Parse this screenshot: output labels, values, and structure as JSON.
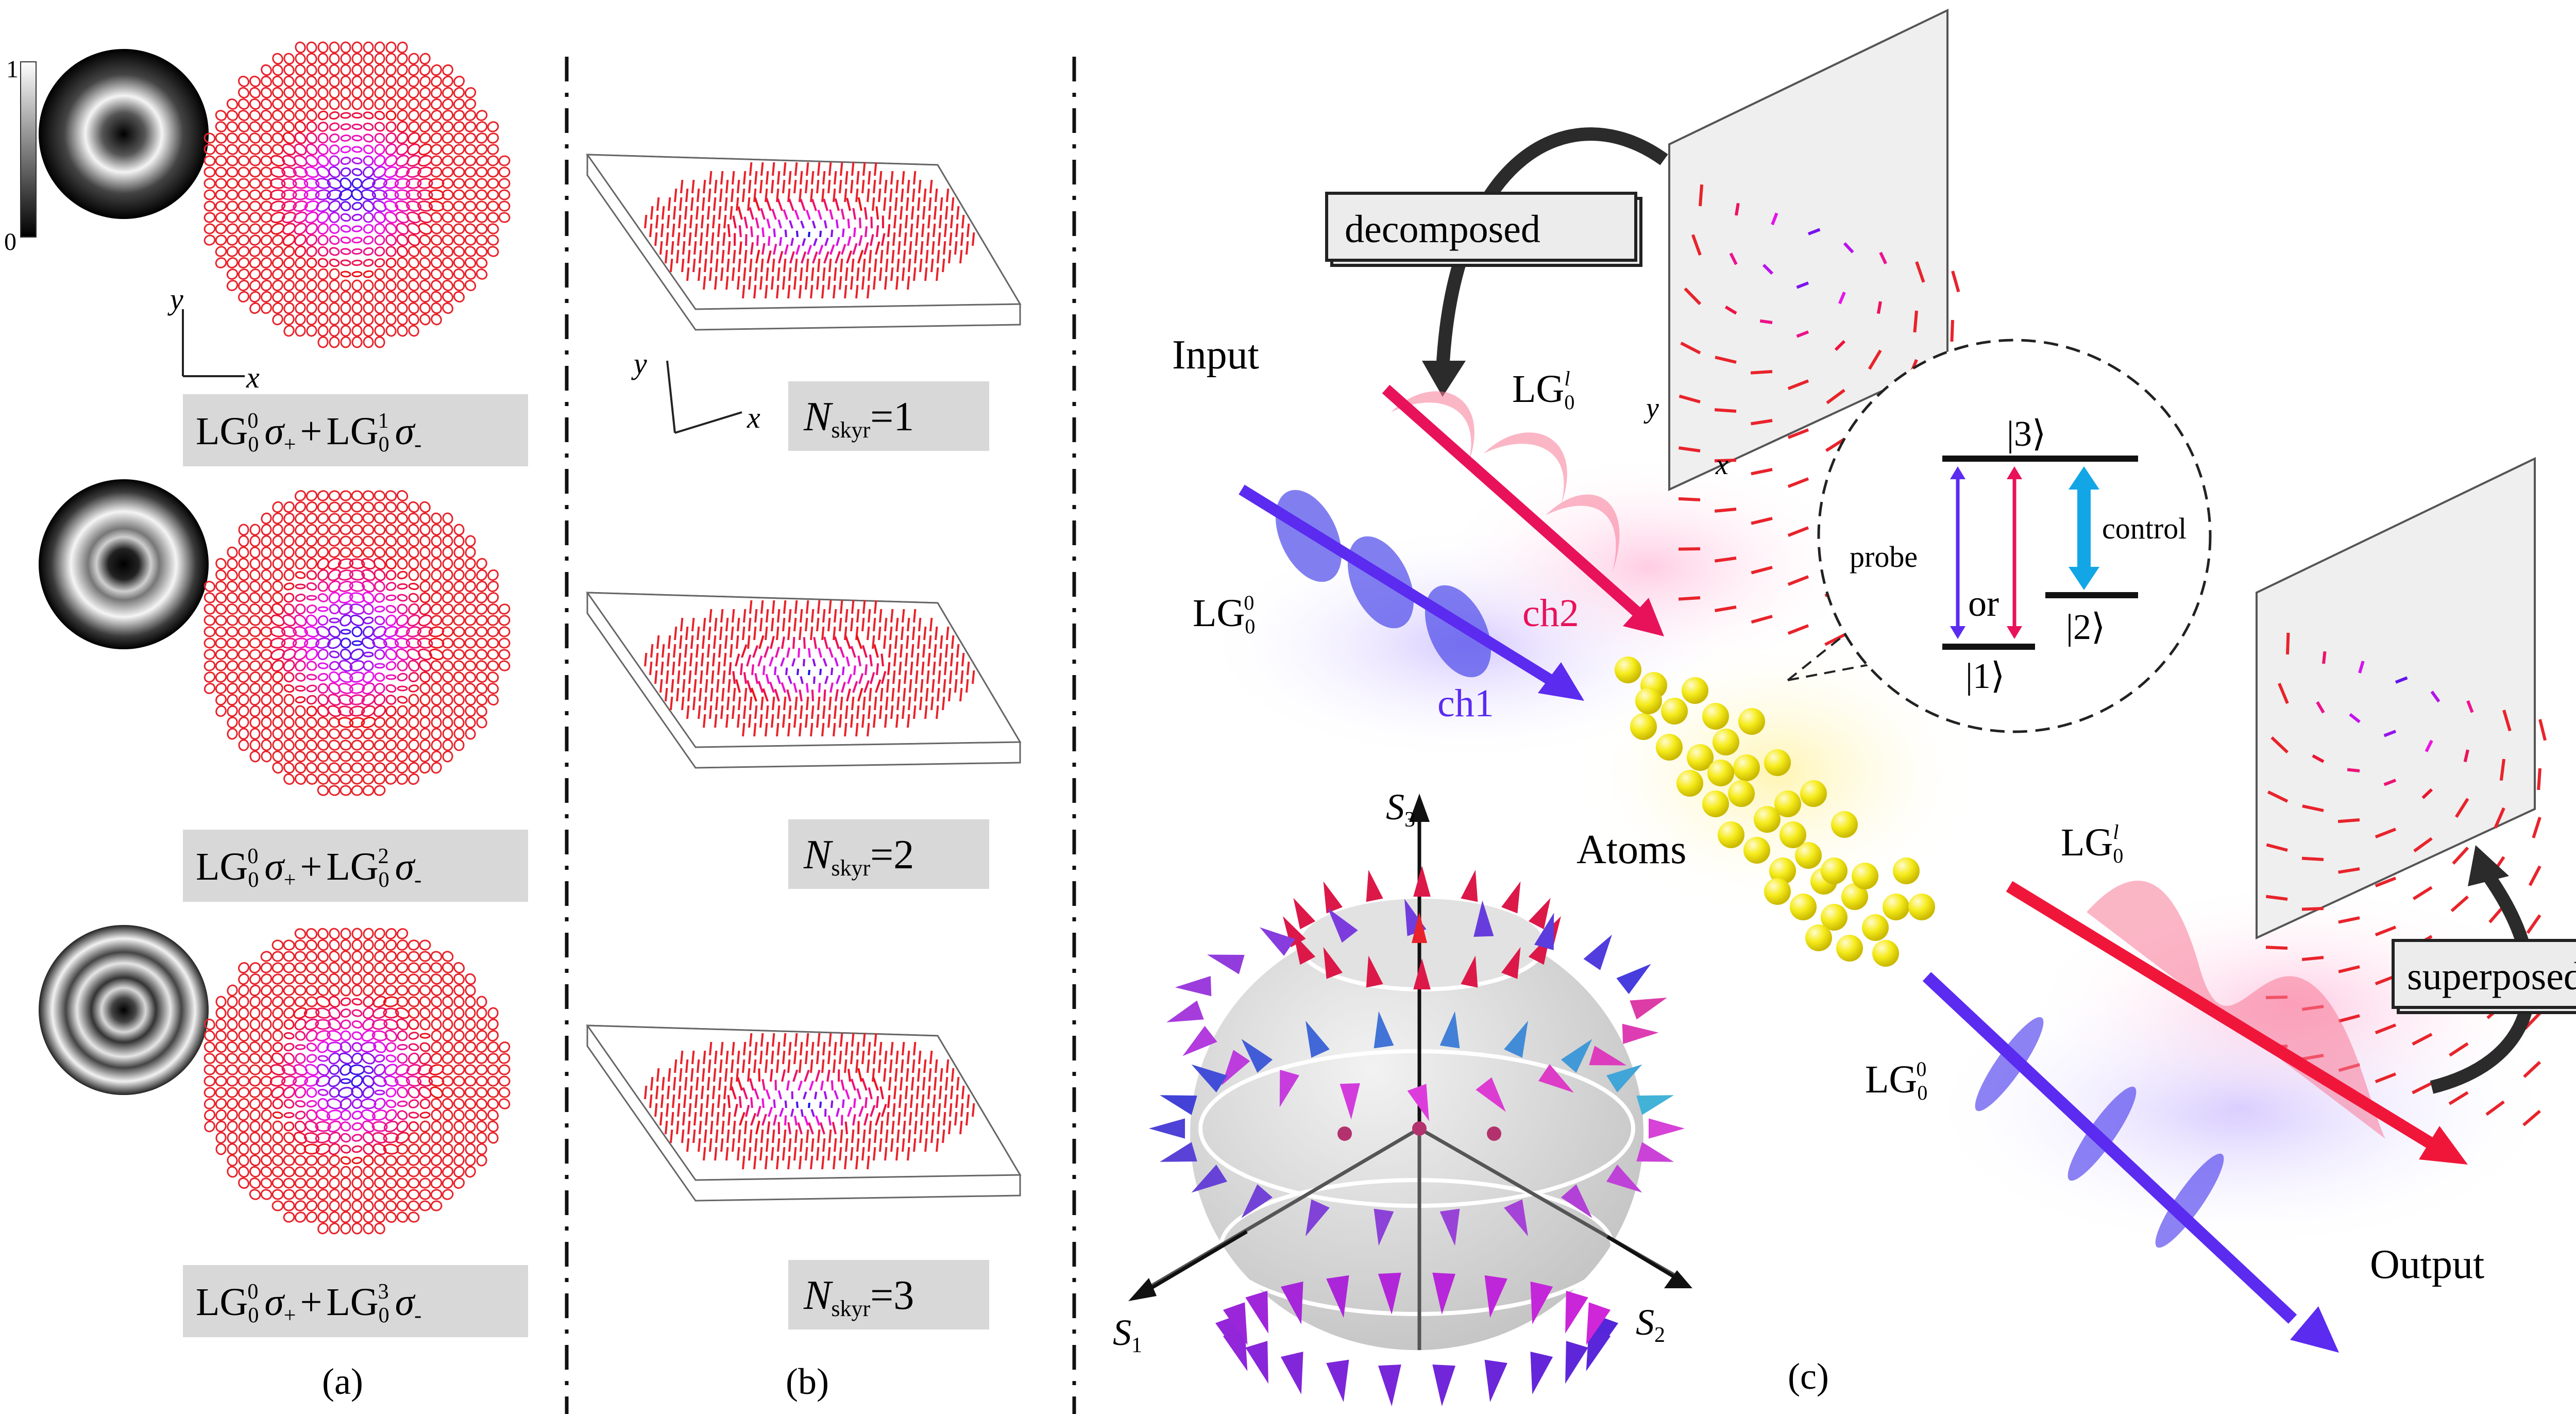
{
  "panel_a": {
    "caption": "(a)",
    "colorbar": {
      "max": "1",
      "min": "0"
    },
    "axes": {
      "y": "y",
      "x": "x"
    },
    "rows": [
      {
        "label_lg1": "LG",
        "sub1": "0",
        "sup1": "0",
        "sigma1": "σ",
        "sign1": "+",
        "plus": "+",
        "label_lg2": "LG",
        "sub2": "0",
        "sup2": "1",
        "sigma2": "σ",
        "sign2": "-"
      },
      {
        "label_lg1": "LG",
        "sub1": "0",
        "sup1": "0",
        "sigma1": "σ",
        "sign1": "+",
        "plus": "+",
        "label_lg2": "LG",
        "sub2": "0",
        "sup2": "2",
        "sigma2": "σ",
        "sign2": "-"
      },
      {
        "label_lg1": "LG",
        "sub1": "0",
        "sup1": "0",
        "sigma1": "σ",
        "sign1": "+",
        "plus": "+",
        "label_lg2": "LG",
        "sub2": "0",
        "sup2": "3",
        "sigma2": "σ",
        "sign2": "-"
      }
    ]
  },
  "panel_b": {
    "caption": "(b)",
    "axes": {
      "y": "y",
      "x": "x"
    },
    "labels": [
      {
        "n": "N",
        "sub": "skyr",
        "value": "=1"
      },
      {
        "n": "N",
        "sub": "skyr",
        "value": "=2"
      },
      {
        "n": "N",
        "sub": "skyr",
        "value": "=3"
      }
    ]
  },
  "panel_c": {
    "caption": "(c)",
    "decomposed": "decomposed",
    "superposed": "superposed",
    "input": "Input",
    "output": "Output",
    "atoms": "Atoms",
    "ch1": "ch1",
    "ch2": "ch2",
    "lg_in_l": {
      "lg": "LG",
      "sub": "0",
      "sup": "l"
    },
    "lg_in_0": {
      "lg": "LG",
      "sub": "0",
      "sup": "0"
    },
    "lg_out_l": {
      "lg": "LG",
      "sub": "0",
      "sup": "l"
    },
    "lg_out_0": {
      "lg": "LG",
      "sub": "0",
      "sup": "0"
    },
    "levels": {
      "l3": "|3⟩",
      "l2": "|2⟩",
      "l1": "|1⟩",
      "probe": "probe",
      "control": "control",
      "or": "or"
    },
    "poincare": {
      "s1": "S",
      "s1_sub": "1",
      "s2": "S",
      "s2_sub": "2",
      "s3": "S",
      "s3_sub": "3"
    },
    "screen_axes": {
      "y": "y",
      "x": "x"
    }
  },
  "colors": {
    "red_vec": "#e8232b",
    "blue_vec": "#2a2ad8",
    "violet_beam": "#5b2bf0",
    "magenta_beam": "#e8125a",
    "red_beam": "#f0163a",
    "cyan": "#12a6e6",
    "atoms": "#f3ea17",
    "label_bg": "#d8d8d8"
  }
}
